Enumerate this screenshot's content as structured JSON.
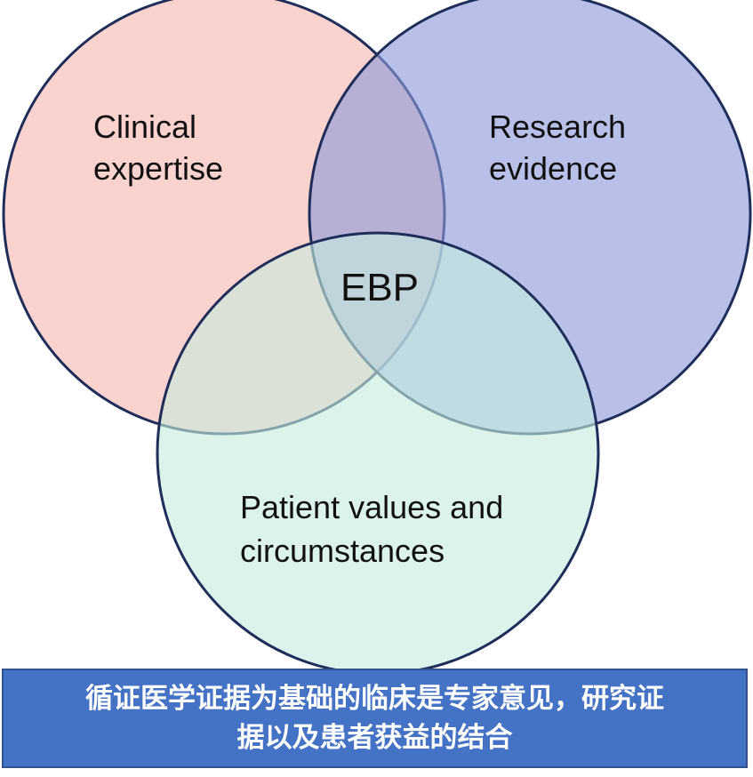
{
  "diagram": {
    "circles": [
      {
        "id": "clinical",
        "label_lines": [
          "Clinical",
          "expertise"
        ],
        "fill": "#f7b7b0",
        "stroke": "#1f2d5a"
      },
      {
        "id": "research",
        "label_lines": [
          "Research",
          "evidence"
        ],
        "fill": "#8c99dc",
        "stroke": "#1f2d5a"
      },
      {
        "id": "patient",
        "label_lines": [
          "Patient values and",
          "circumstances"
        ],
        "fill": "#c6ecdf",
        "stroke": "#1f2d5a"
      }
    ],
    "center_label": "EBP"
  },
  "caption": {
    "lines": [
      "循证医学证据为基础的临床是专家意见，研究证",
      "据以及患者获益的结合"
    ],
    "background": "#4472c4",
    "text_color": "#ffffff"
  }
}
